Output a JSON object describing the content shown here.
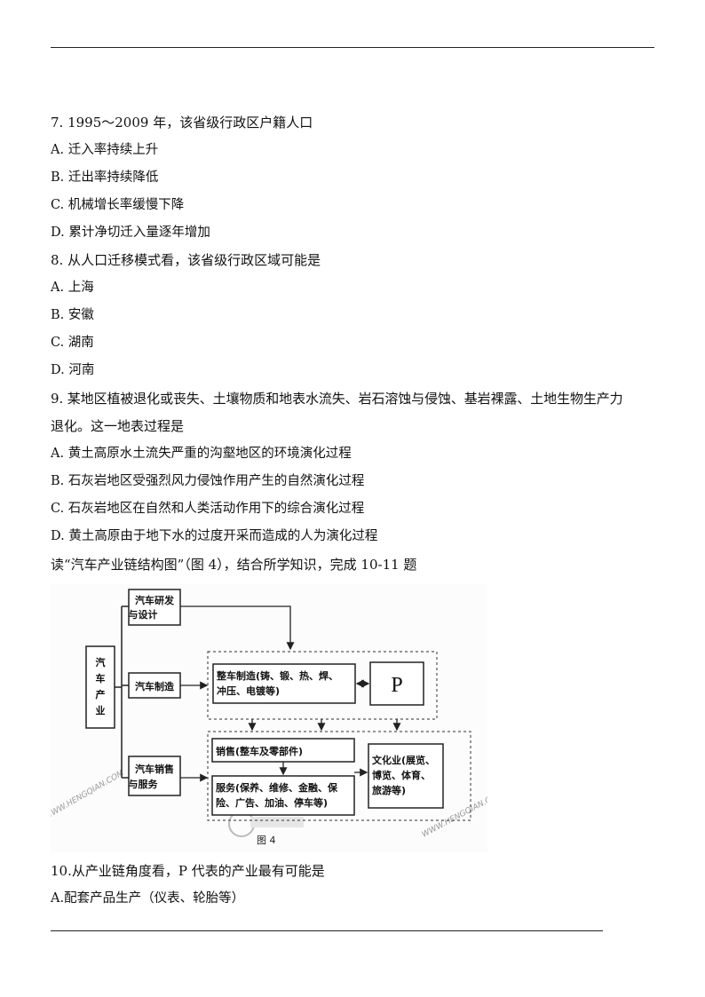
{
  "q7": {
    "stem": "7. 1995～2009 年，该省级行政区户籍人口",
    "options": [
      "A. 迁入率持续上升",
      "B. 迁出率持续降低",
      "C. 机械增长率缓慢下降",
      "D. 累计净切迁入量逐年增加"
    ]
  },
  "q8": {
    "stem": "8. 从人口迁移模式看，该省级行政区域可能是",
    "options": [
      "A. 上海",
      "B. 安徽",
      "C. 湖南",
      "D. 河南"
    ]
  },
  "q9": {
    "stem_line1": "9. 某地区植被退化或丧失、土壤物质和地表水流失、岩石溶蚀与侵蚀、基岩裸露、土地生物生产力",
    "stem_line2": "退化。这一地表过程是",
    "options": [
      "A. 黄土高原水土流失严重的沟壑地区的环境演化过程",
      "B. 石灰岩地区受强烈风力侵蚀作用产生的自然演化过程",
      "C. 石灰岩地区在自然和人类活动作用下的综合演化过程",
      "D. 黄土高原由于地下水的过度开采而造成的人为演化过程"
    ]
  },
  "reading_intro": "读“汽车产业链结构图”（图 4），结合所学知识，完成 10-11 题",
  "figure": {
    "root": "汽车产业",
    "branch1": [
      "汽车研发",
      "与设计"
    ],
    "branch2": "汽车制造",
    "branch3": [
      "汽车销售",
      "与服务"
    ],
    "manufacture": [
      "整车制造(铸、锻、热、焊、",
      "冲压、电镀等)"
    ],
    "p_box": "P",
    "sales": "销售(整车及零部件)",
    "services": [
      "服务(保养、维修、金融、保",
      "险、广告、加油、停车等)"
    ],
    "culture": [
      "文化业(展览、",
      "博览、体育、",
      "旅游等)"
    ],
    "caption": "图 4",
    "watermark": "WWW.HENGQIAN.COM"
  },
  "q10": {
    "stem": "10.从产业链角度看，P 代表的产业最有可能是",
    "options": [
      "A.配套产品生产（仪表、轮胎等）"
    ]
  }
}
